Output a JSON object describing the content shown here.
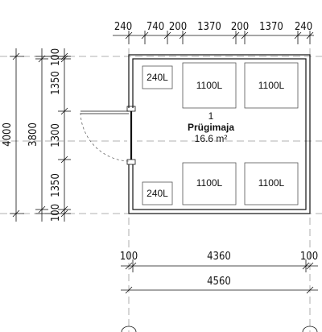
{
  "room": {
    "number": "1",
    "name": "Prügimaja",
    "area": "16.6 m²"
  },
  "bins": {
    "large": "1100L",
    "small": "240L"
  },
  "dimensions": {
    "top": [
      "240",
      "740",
      "200",
      "1370",
      "200",
      "1370",
      "240"
    ],
    "left_outer": "4000",
    "left_total": "3800",
    "left_parts": [
      "100",
      "1350",
      "1300",
      "1350",
      "100"
    ],
    "bottom_parts": [
      "100",
      "4360",
      "100"
    ],
    "bottom_total": "4560"
  }
}
